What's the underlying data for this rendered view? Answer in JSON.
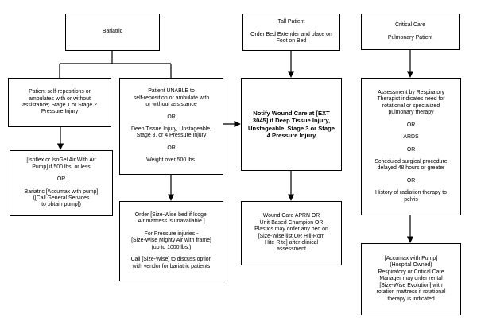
{
  "nodes": {
    "bariatric": {
      "lines": [
        "Bariatric"
      ]
    },
    "tall_patient": {
      "lines": [
        "Tall Patient",
        "",
        "Order Bed Extender and place on",
        "Foot on Bed"
      ]
    },
    "critical_care": {
      "lines": [
        "Critical Care",
        "",
        "Pulmonary Patient"
      ]
    },
    "self_reposition": {
      "lines": [
        "Patient self-repositions or",
        "ambulates with or without",
        "assistance; Stage 1 or Stage 2",
        "Pressure Injury"
      ]
    },
    "unable_reposition": {
      "lines": [
        "Patient UNABLE to",
        "self-reposition or ambulate with",
        "or without assistance",
        "",
        "OR",
        "",
        "Deep Tissue Injury, Unstageable,",
        "Stage 3, or 4 Pressure Injury",
        "",
        "OR",
        "",
        "Weight over 500 lbs."
      ]
    },
    "notify_wound": {
      "lines": [
        "Notify Wound Care at [EXT",
        "3045] if Deep Tissue Injury,",
        "Unstageable, Stage 3 or Stage",
        "4 Pressure Injury"
      ]
    },
    "respiratory_assessment": {
      "lines": [
        "Assessment by Respiratory",
        "Therapist indicates need for",
        "rotational or specialized",
        "pulmonary therapy",
        "",
        "OR",
        "",
        "ARDS",
        "",
        "OR",
        "",
        "Scheduled surgical procedure",
        "delayed 48 hours or greater",
        "",
        "OR",
        "",
        "History of radiation therapy to",
        "pelvis"
      ]
    },
    "isoflex": {
      "lines": [
        "[Isoflex or IsoGel Air With Air",
        "Pump] if 500 lbs. or less",
        "",
        "OR",
        "",
        "Bariatric [Accumax with pump]",
        "([Call General Services",
        "to obtain pump])"
      ]
    },
    "size_wise_order": {
      "lines": [
        "Order [Size-Wise bed if Isogel",
        "Air mattress is unavailable.]",
        "",
        "For Pressure injuries -",
        "[Size-Wise Mighty Air with frame]",
        "(up to 1000 lbs.)",
        "",
        "Call [Size-Wise] to discuss option",
        "with vendor for bariatric patients"
      ]
    },
    "wound_care_apr": {
      "lines": [
        "Wound Care APRN OR",
        "Unit-Based Champion OR",
        "Plastics may order any bed on",
        "[Size-Wise list OR Hill-Rom",
        "Hite-Rite] after clinical",
        "assessment"
      ]
    },
    "accumax": {
      "lines": [
        "[Accumax with Pump]",
        "(Hospital Owned)",
        "Respiratory or Critical Care",
        "Manager may order rental",
        "[Size-Wise Evolution] with",
        "rotation mattress if rotational",
        "therapy is indicated"
      ]
    }
  },
  "edges": [
    {
      "from": "bariatric",
      "to": "self_reposition",
      "arrow": false
    },
    {
      "from": "bariatric",
      "to": "unable_reposition",
      "arrow": false
    },
    {
      "from": "self_reposition",
      "to": "isoflex",
      "arrow": true
    },
    {
      "from": "unable_reposition",
      "to": "size_wise_order",
      "arrow": true
    },
    {
      "from": "unable_reposition",
      "to": "notify_wound",
      "arrow": true
    },
    {
      "from": "tall_patient",
      "to": "notify_wound",
      "arrow": true
    },
    {
      "from": "notify_wound",
      "to": "wound_care_apr",
      "arrow": true
    },
    {
      "from": "critical_care",
      "to": "respiratory_assessment",
      "arrow": true
    },
    {
      "from": "respiratory_assessment",
      "to": "accumax",
      "arrow": true
    }
  ],
  "colors": {
    "stroke": "#000000",
    "fill": "#ffffff"
  }
}
